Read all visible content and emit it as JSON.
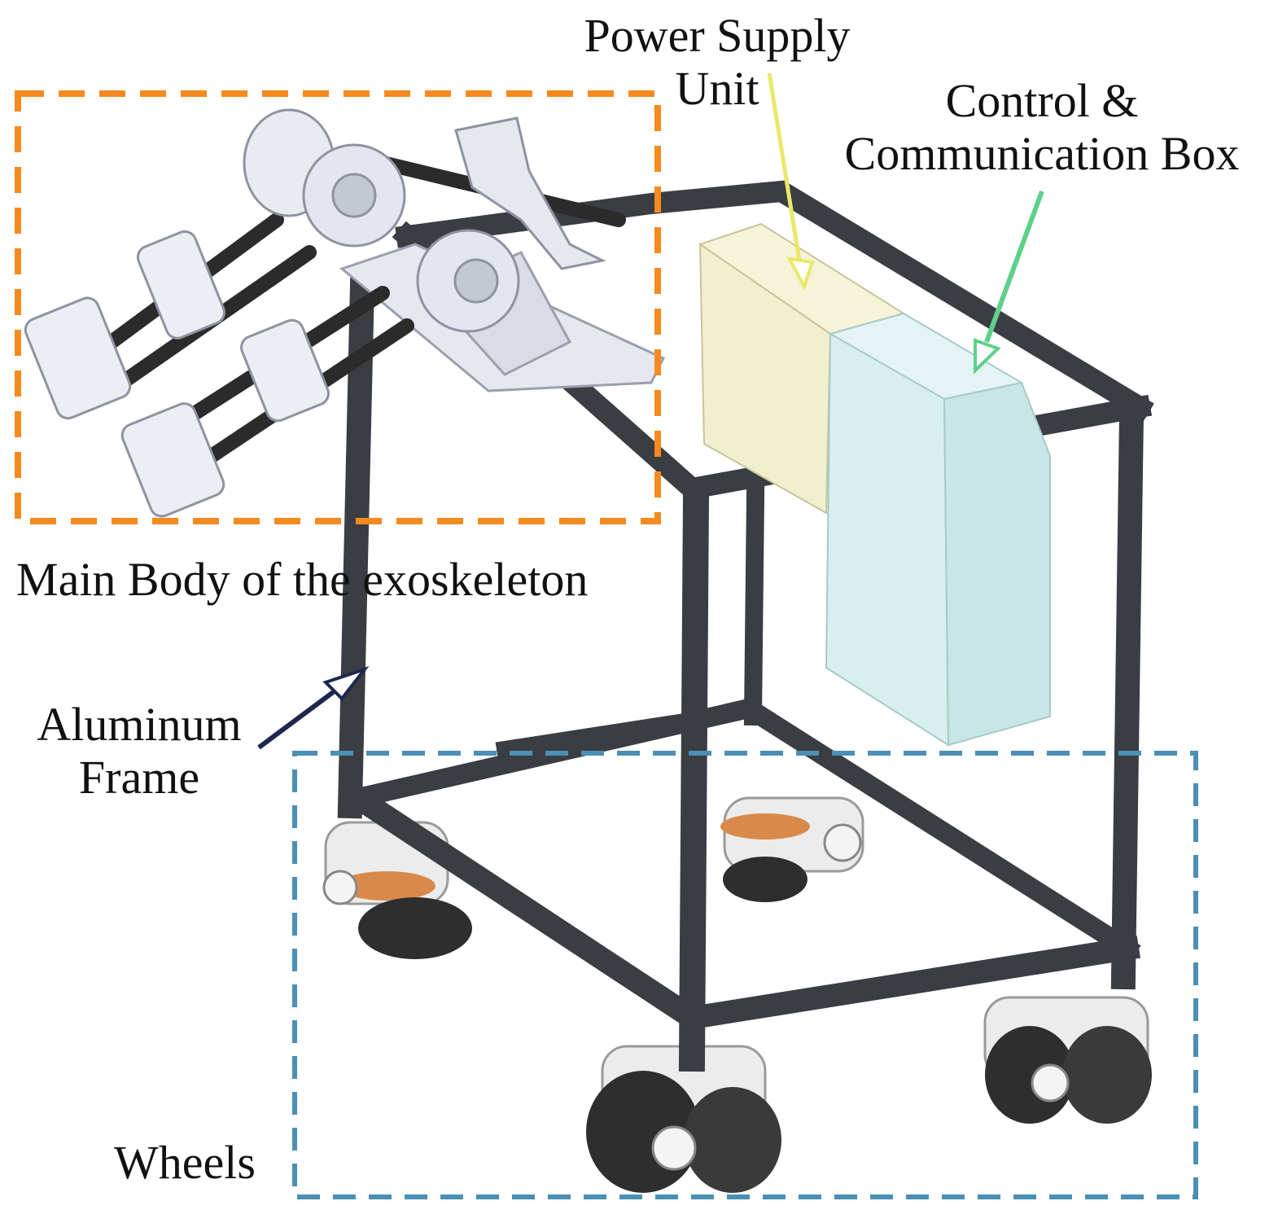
{
  "labels": {
    "power_supply_line1": "Power Supply",
    "power_supply_line2": "Unit",
    "control_line1": "Control &",
    "control_line2": "Communication Box",
    "main_body": "Main Body of the exoskeleton",
    "frame_line1": "Aluminum",
    "frame_line2": "Frame",
    "wheels": "Wheels"
  },
  "colors": {
    "main_body_box": "#f58a1f",
    "wheels_box": "#4a8fb5",
    "power_supply_arrow": "#e9e86a",
    "control_arrow": "#5fd08a",
    "frame_arrow": "#1e2750",
    "frame_metal": "#3a3d42",
    "psu_fill": "#f2efcf",
    "control_fill": "#d7efef",
    "exo_parts": "#e6e8ef",
    "carbon_rods": "#2b2b2b",
    "wheel_housing": "#ececec",
    "wheel_tire": "#2a2a2a"
  }
}
